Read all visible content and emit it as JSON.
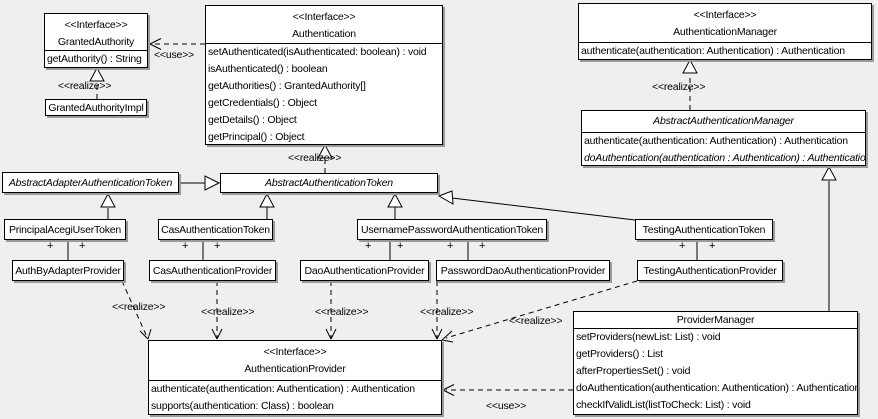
{
  "labels": {
    "realize": "<<realize>>",
    "use": "<<use>>",
    "plus": "+"
  },
  "colors": {
    "background": "#efefef",
    "box_fill": "#ffffff",
    "line": "#000000",
    "shadow": "#9a9a9a"
  },
  "classes": {
    "granted_authority": {
      "stereotype": "<<Interface>>",
      "name": "GrantedAuthority",
      "methods": [
        "getAuthority() : String"
      ]
    },
    "granted_authority_impl": {
      "name": "GrantedAuthorityImpl"
    },
    "authentication": {
      "stereotype": "<<Interface>>",
      "name": "Authentication",
      "methods": [
        "setAuthenticated(isAuthenticated: boolean) : void",
        "isAuthenticated() : boolean",
        "getAuthorities() : GrantedAuthority[]",
        "getCredentials() : Object",
        "getDetails() : Object",
        "getPrincipal() : Object"
      ]
    },
    "authentication_manager": {
      "stereotype": "<<Interface>>",
      "name": "AuthenticationManager",
      "methods": [
        "authenticate(authentication: Authentication) : Authentication"
      ]
    },
    "abstract_authentication_manager": {
      "name": "AbstractAuthenticationManager",
      "abstract": true,
      "methods": [
        "authenticate(authentication: Authentication) : Authentication",
        "doAuthentication(authentication : Authentication) : Authentication"
      ]
    },
    "abstract_adapter_authentication_token": {
      "name": "AbstractAdapterAuthenticationToken",
      "abstract": true
    },
    "abstract_authentication_token": {
      "name": "AbstractAuthenticationToken",
      "abstract": true
    },
    "principal_acegi_user_token": {
      "name": "PrincipalAcegiUserToken"
    },
    "cas_authentication_token": {
      "name": "CasAuthenticationToken"
    },
    "username_password_authentication_token": {
      "name": "UsernamePasswordAuthenticationToken"
    },
    "testing_authentication_token": {
      "name": "TestingAuthenticationToken"
    },
    "auth_by_adapter_provider": {
      "name": "AuthByAdapterProvider"
    },
    "cas_authentication_provider": {
      "name": "CasAuthenticationProvider"
    },
    "dao_authentication_provider": {
      "name": "DaoAuthenticationProvider"
    },
    "password_dao_authentication_provider": {
      "name": "PasswordDaoAuthenticationProvider"
    },
    "testing_authentication_provider": {
      "name": "TestingAuthenticationProvider"
    },
    "authentication_provider": {
      "stereotype": "<<Interface>>",
      "name": "AuthenticationProvider",
      "methods": [
        "authenticate(authentication: Authentication) : Authentication",
        "supports(authentication: Class) : boolean"
      ]
    },
    "provider_manager": {
      "name": "ProviderManager",
      "methods": [
        "setProviders(newList: List) : void",
        "getProviders() : List",
        "afterPropertiesSet() : void",
        "doAuthentication(authentication: Authentication) : Authentication",
        "checkIfValidList(listToCheck: List) : void"
      ]
    }
  },
  "edges": [
    {
      "from": "authentication",
      "to": "granted_authority",
      "type": "dependency",
      "label": "<<use>>"
    },
    {
      "from": "granted_authority_impl",
      "to": "granted_authority",
      "type": "realize",
      "label": "<<realize>>"
    },
    {
      "from": "abstract_authentication_token",
      "to": "authentication",
      "type": "realize",
      "label": "<<realize>>"
    },
    {
      "from": "abstract_authentication_manager",
      "to": "authentication_manager",
      "type": "realize",
      "label": "<<realize>>"
    },
    {
      "from": "abstract_adapter_authentication_token",
      "to": "abstract_authentication_token",
      "type": "generalization"
    },
    {
      "from": "principal_acegi_user_token",
      "to": "abstract_adapter_authentication_token",
      "type": "generalization"
    },
    {
      "from": "cas_authentication_token",
      "to": "abstract_authentication_token",
      "type": "generalization"
    },
    {
      "from": "username_password_authentication_token",
      "to": "abstract_authentication_token",
      "type": "generalization"
    },
    {
      "from": "testing_authentication_token",
      "to": "abstract_authentication_token",
      "type": "generalization"
    },
    {
      "from": "principal_acegi_user_token",
      "to": "auth_by_adapter_provider",
      "type": "association",
      "end_labels": [
        "+",
        "+"
      ]
    },
    {
      "from": "cas_authentication_token",
      "to": "cas_authentication_provider",
      "type": "association",
      "end_labels": [
        "+",
        "+"
      ]
    },
    {
      "from": "username_password_authentication_token",
      "to": "dao_authentication_provider",
      "type": "association",
      "end_labels": [
        "+",
        "+"
      ]
    },
    {
      "from": "username_password_authentication_token",
      "to": "password_dao_authentication_provider",
      "type": "association",
      "end_labels": [
        "+",
        "+"
      ]
    },
    {
      "from": "testing_authentication_token",
      "to": "testing_authentication_provider",
      "type": "association",
      "end_labels": [
        "+",
        "+"
      ]
    },
    {
      "from": "auth_by_adapter_provider",
      "to": "authentication_provider",
      "type": "realize",
      "label": "<<realize>>"
    },
    {
      "from": "cas_authentication_provider",
      "to": "authentication_provider",
      "type": "realize",
      "label": "<<realize>>"
    },
    {
      "from": "dao_authentication_provider",
      "to": "authentication_provider",
      "type": "realize",
      "label": "<<realize>>"
    },
    {
      "from": "password_dao_authentication_provider",
      "to": "authentication_provider",
      "type": "realize",
      "label": "<<realize>>"
    },
    {
      "from": "testing_authentication_provider",
      "to": "authentication_provider",
      "type": "realize",
      "label": "<<realize>>"
    },
    {
      "from": "provider_manager",
      "to": "authentication_provider",
      "type": "dependency",
      "label": "<<use>>"
    },
    {
      "from": "provider_manager",
      "to": "abstract_authentication_manager",
      "type": "generalization"
    }
  ]
}
